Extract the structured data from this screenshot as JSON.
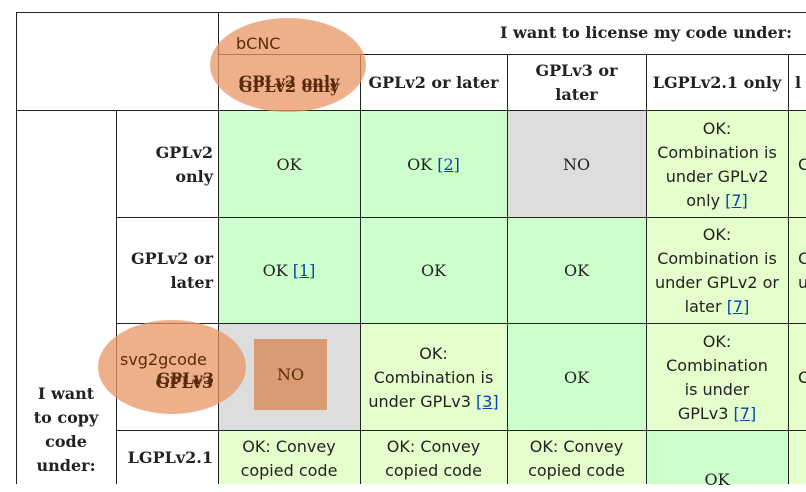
{
  "table": {
    "column_group_header": "I want to license my code under:",
    "row_group_header": "I want to copy code under:",
    "columns": [
      "GPLv2 only",
      "GPLv2 or later",
      "GPLv3 or later",
      "LGPLv2.1 only"
    ],
    "rows": [
      "GPLv2 only",
      "GPLv2 or later",
      "GPLv3",
      "LGPLv2.1"
    ],
    "cells": {
      "r1": [
        {
          "text": "OK",
          "ref": ""
        },
        {
          "text": "OK",
          "ref": "[2]"
        },
        {
          "text": "NO",
          "ref": ""
        },
        {
          "text": "OK: Combination is under GPLv2 only",
          "ref": "[7]"
        }
      ],
      "r2": [
        {
          "text": "OK",
          "ref": "[1]"
        },
        {
          "text": "OK",
          "ref": ""
        },
        {
          "text": "OK",
          "ref": ""
        },
        {
          "text": "OK: Combination is under GPLv2 or later",
          "ref": "[7]"
        }
      ],
      "r3": [
        {
          "text": "NO",
          "ref": ""
        },
        {
          "text": "OK: Combination is under GPLv3",
          "ref": "[3]"
        },
        {
          "text": "OK",
          "ref": ""
        },
        {
          "text": "OK: Combination is under GPLv3",
          "ref": "[7]"
        }
      ],
      "r4": [
        {
          "text": "OK: Convey copied code",
          "ref": ""
        },
        {
          "text": "OK: Convey copied code",
          "ref": ""
        },
        {
          "text": "OK: Convey copied code",
          "ref": ""
        },
        {
          "text": "OK",
          "ref": ""
        }
      ]
    },
    "clipped_right": [
      "C",
      "C",
      "u",
      "C",
      "l"
    ]
  },
  "annotations": {
    "bcnc": "bCNC",
    "svg2gcode": "svg2gcode"
  },
  "colors": {
    "ok": "#ccffcc",
    "ok_conditional": "#e4ffcc",
    "no": "#dddddd",
    "annotation": "#e89664",
    "link": "#0645ad"
  }
}
